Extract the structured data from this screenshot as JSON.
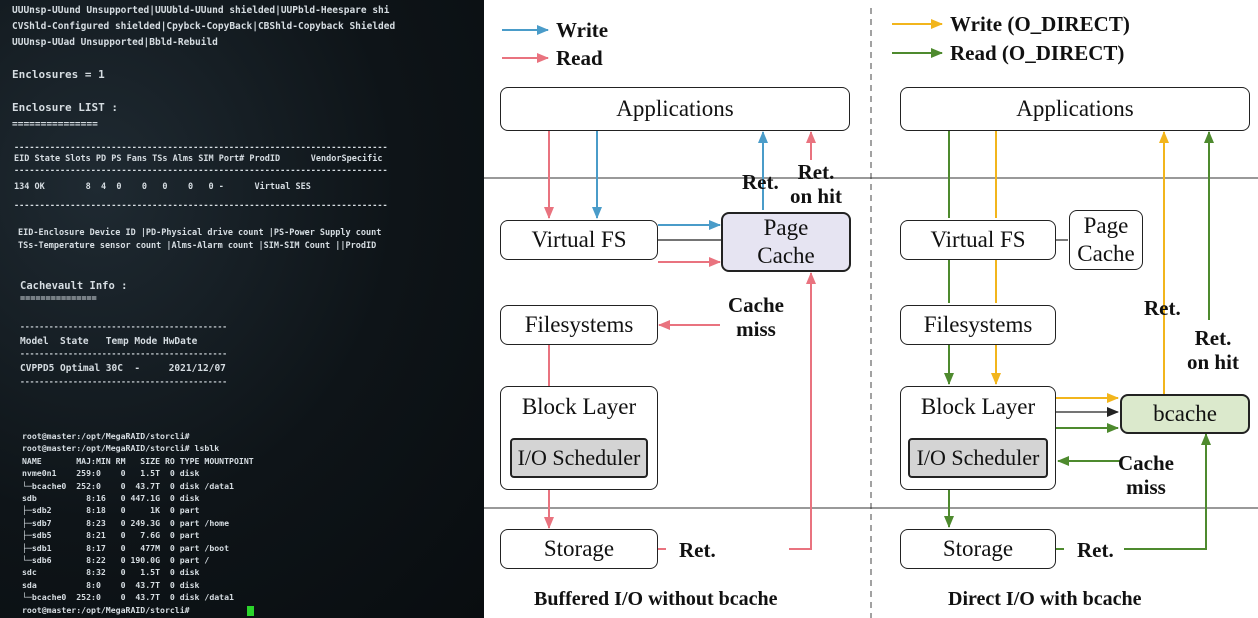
{
  "terminal": {
    "lines_top": [
      "UUUnsp-UUund Unsupported|UUUbld-UUund shielded|UUPbld-Heespare shi",
      "CVShld-Configured shielded|Cpybck-CopyBack|CBShld-Copyback Shielded",
      "UUUnsp-UUad Unsupported|Bbld-Rebuild",
      "",
      "Enclosures = 1",
      "",
      "Enclosure LIST :",
      "==============="
    ],
    "rule_1": "-------------------------------------------------------------------------",
    "enclosure_header": "EID State Slots PD PS Fans TSs Alms SIM Port# ProdID      VendorSpecific",
    "rule_2": "-------------------------------------------------------------------------",
    "enclosure_row": "134 OK        8  4  0    0   0    0   0 -      Virtual SES",
    "rule_3": "-------------------------------------------------------------------------",
    "legend_lines": [
      "EID-Enclosure Device ID |PD-Physical drive count |PS-Power Supply count",
      "TSs-Temperature sensor count |Alms-Alarm count |SIM-SIM Count ||ProdID"
    ],
    "cachevault_title": "Cachevault Info :",
    "cachevault_underline": "===============",
    "cv_rule": "-------------------------------------------",
    "cv_header": "Model  State   Temp Mode HwDate",
    "cv_row": "CVPPD5 Optimal 30C  -     2021/12/07",
    "lsblk_lines": [
      "root@master:/opt/MegaRAID/storcli#",
      "root@master:/opt/MegaRAID/storcli# lsblk",
      "NAME       MAJ:MIN RM   SIZE RO TYPE MOUNTPOINT",
      "nvme0n1    259:0    0   1.5T  0 disk",
      "└─bcache0  252:0    0  43.7T  0 disk /data1",
      "sdb          8:16   0 447.1G  0 disk",
      "├─sdb2       8:18   0     1K  0 part",
      "├─sdb7       8:23   0 249.3G  0 part /home",
      "├─sdb5       8:21   0   7.6G  0 part",
      "├─sdb1       8:17   0   477M  0 part /boot",
      "└─sdb6       8:22   0 190.0G  0 part /",
      "sdc          8:32   0   1.5T  0 disk",
      "sda          8:0    0  43.7T  0 disk",
      "└─bcache0  252:0    0  43.7T  0 disk /data1",
      "root@master:/opt/MegaRAID/storcli#"
    ]
  },
  "legend_left": {
    "write": "Write",
    "read": "Read"
  },
  "legend_right": {
    "write": "Write (O_DIRECT)",
    "read": "Read (O_DIRECT)"
  },
  "left_panel": {
    "applications": "Applications",
    "virtual_fs": "Virtual FS",
    "page_cache": "Page\nCache",
    "filesystems": "Filesystems",
    "block_layer": "Block Layer",
    "io_scheduler": "I/O Scheduler",
    "storage": "Storage",
    "ret": "Ret.",
    "ret_on_hit": "Ret.\non hit",
    "cache_miss": "Cache\nmiss",
    "ret_storage": "Ret.",
    "caption": "Buffered I/O without bcache"
  },
  "right_panel": {
    "applications": "Applications",
    "virtual_fs": "Virtual FS",
    "page_cache": "Page\nCache",
    "filesystems": "Filesystems",
    "block_layer": "Block Layer",
    "io_scheduler": "I/O Scheduler",
    "bcache": "bcache",
    "storage": "Storage",
    "ret": "Ret.",
    "ret_on_hit": "Ret.\non hit",
    "cache_miss": "Cache\nmiss",
    "ret_storage": "Ret.",
    "caption": "Direct I/O with bcache"
  },
  "colors": {
    "write": "#4a9cc9",
    "read": "#e9737f",
    "write_direct": "#f2b51c",
    "read_direct": "#4e8a2e",
    "page_cache_fill": "#e6e4f2",
    "bcache_fill": "#dbe9cc",
    "scheduler_fill": "#d4d4d4",
    "terminal_bg": "#0e1418",
    "terminal_fg": "#d6dde2",
    "cursor": "#2bd42b"
  }
}
